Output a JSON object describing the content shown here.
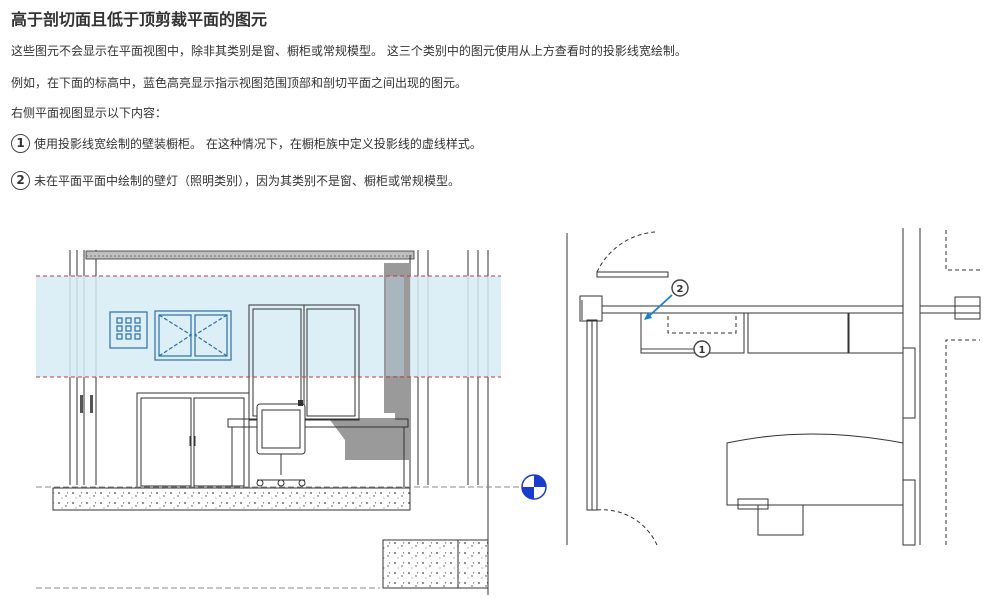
{
  "title": "高于剖切面且低于顶剪裁平面的图元",
  "paragraphs": [
    "这些图元不会显示在平面视图中，除非其类别是窗、橱柜或常规模型。 这三个类别中的图元使用从上方查看时的投影线宽绘制。",
    "例如，在下面的标高中，蓝色高亮显示指示视图范围顶部和剖切平面之间出现的图元。",
    "右侧平面视图显示以下内容："
  ],
  "items": [
    {
      "number": "1",
      "text": "使用投影线宽绘制的壁装橱柜。 在这种情况下，在橱柜族中定义投影线的虚线样式。"
    },
    {
      "number": "2",
      "text": "未在平面平面中绘制的壁灯（照明类别），因为其类别不是窗、橱柜或常规模型。"
    }
  ],
  "figure": {
    "callout_labels": [
      "2",
      "1"
    ],
    "highlight_color": "#d6ebf5",
    "cut_line_color": "#c0393b",
    "arrow_color": "#1a7fd4",
    "level_marker_color": "#1a3ccc"
  }
}
